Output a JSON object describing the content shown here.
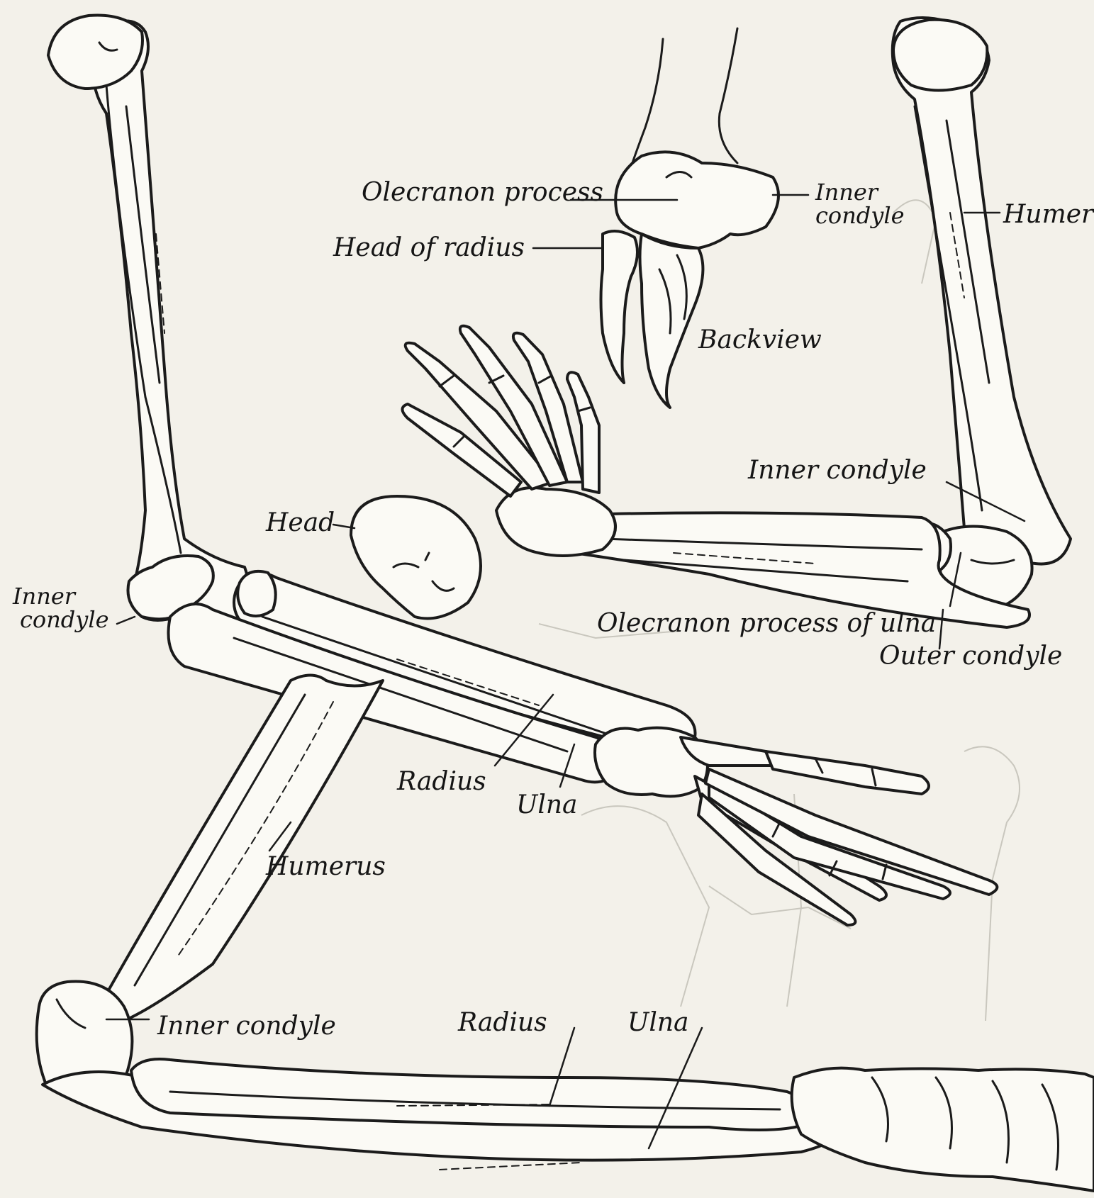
{
  "labels": {
    "olecranon_process": "Olecranon process",
    "head_of_radius": "Head of radius",
    "backview": "Backview",
    "inner_condyle_back_1": "Inner",
    "inner_condyle_back_2": "condyle",
    "humer": "Humer",
    "inner_condyle_right": "Inner condyle",
    "head": "Head",
    "inner_condyle_left_1": "Inner",
    "inner_condyle_left_2": "condyle",
    "olecranon_process_ulna": "Olecranon process of ulna",
    "outer_condyle": "Outer condyle",
    "radius_mid": "Radius",
    "ulna_mid": "Ulna",
    "humerus": "Humerus",
    "inner_condyle_bottom": "Inner condyle",
    "radius_bottom": "Radius",
    "ulna_bottom": "Ulna"
  },
  "colors": {
    "paper": "#f3f1ea",
    "ink": "#1b1b1b",
    "bone_fill": "#fbfaf5",
    "faint_background": "#c9c7be"
  }
}
